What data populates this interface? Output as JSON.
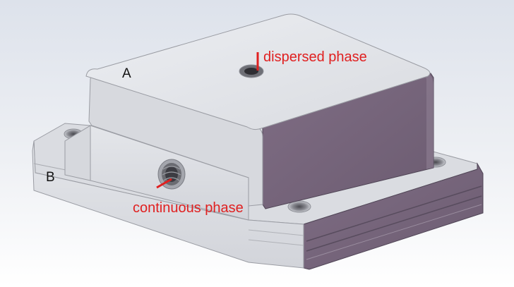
{
  "labels": {
    "part_a": "A",
    "part_b": "B",
    "dispersed": "dispersed phase",
    "continuous": "continuous phase"
  },
  "colors": {
    "background_top": "#dfe3ec",
    "background_bottom": "#ffffff",
    "metal_light": "#e6e7eb",
    "metal_mid": "#cfd1d7",
    "metal_dark": "#b9bcc4",
    "side_face": "#7b6a80",
    "side_face_dark": "#5e5064",
    "annotation": "#e02020"
  }
}
